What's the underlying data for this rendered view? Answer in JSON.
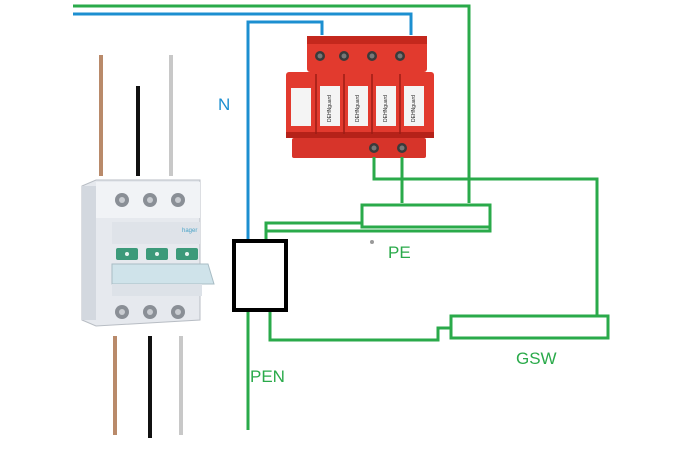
{
  "labels": {
    "n": "N",
    "pe": "PE",
    "pen": "PEN",
    "gsw": "GSW"
  },
  "colors": {
    "n_wire": "#1c8fd0",
    "ground_wire": "#2aaa4a",
    "spd_body": "#e23a2e",
    "spd_dark": "#b52219",
    "pen_block": "#000000",
    "breaker_body": "#e4e8ee",
    "phase_brown": "#b98a6a",
    "phase_black": "#111111",
    "phase_grey": "#c8c8c8"
  },
  "components": {
    "surge_protector": {
      "module_labels": [
        "DEHNguard",
        "DEHNguard",
        "DEHNguard",
        "DEHNguard"
      ]
    },
    "main_switch": {
      "brand": "hager"
    }
  }
}
